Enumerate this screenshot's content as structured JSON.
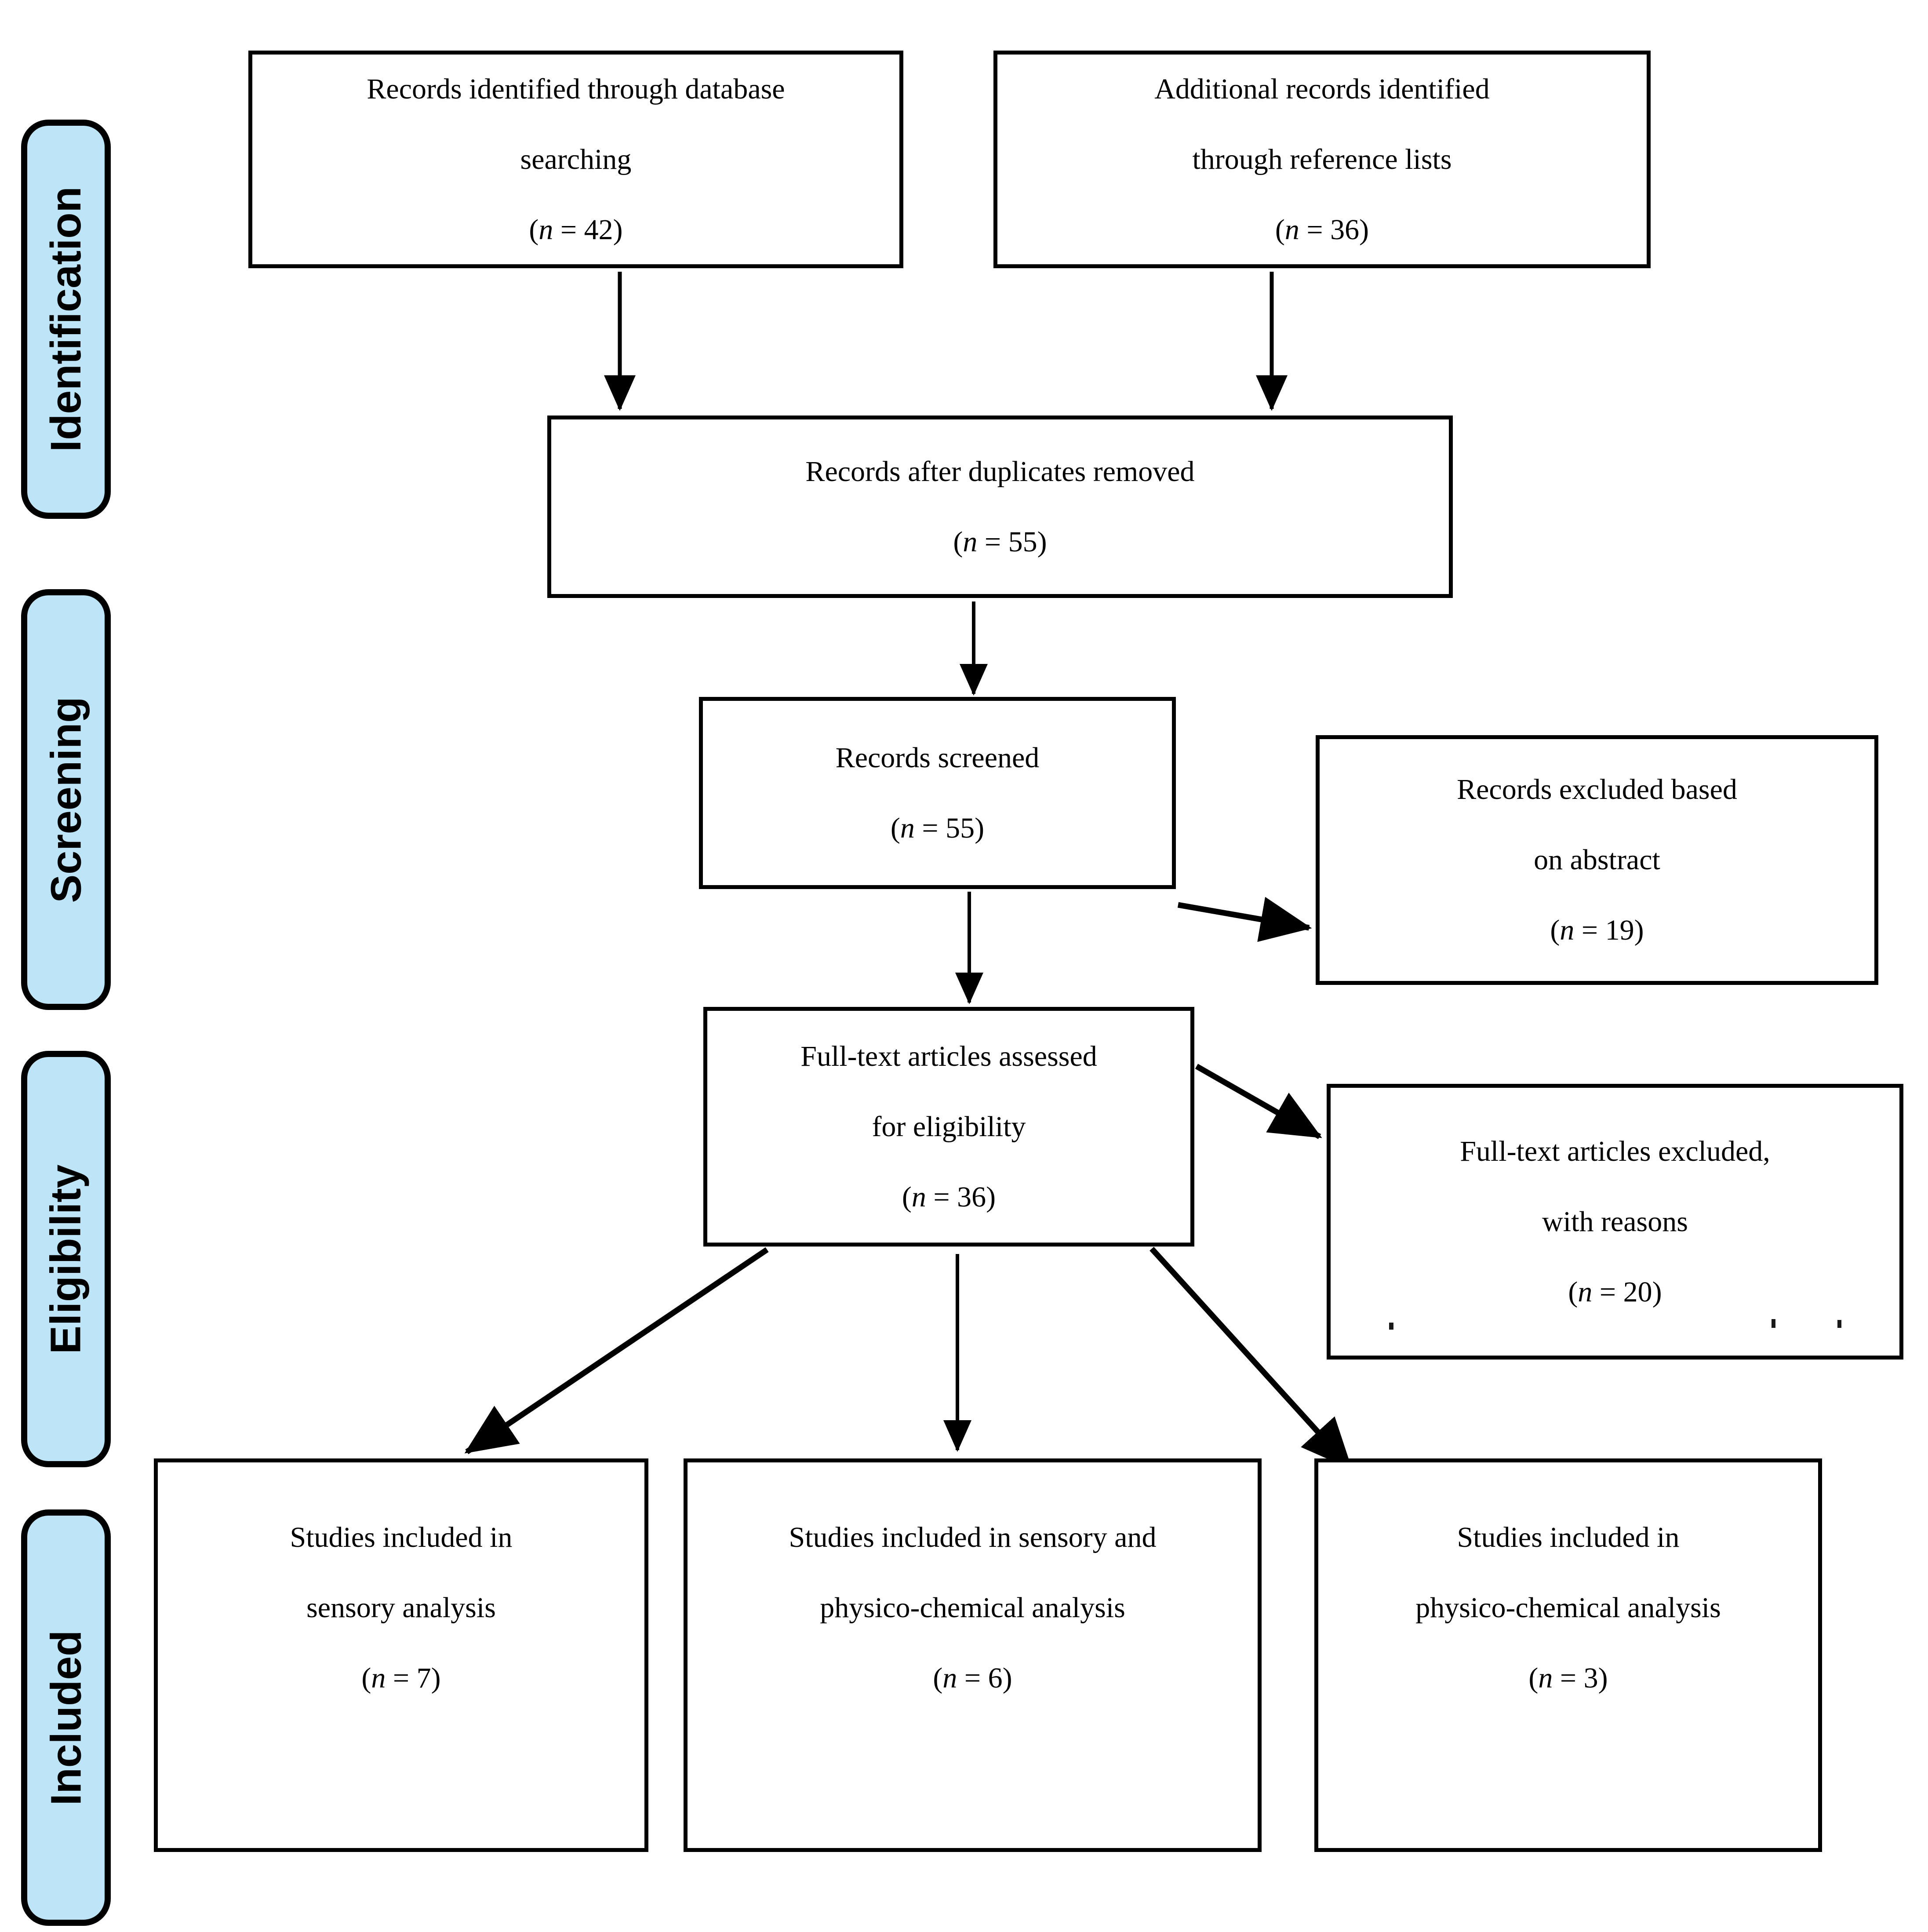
{
  "diagram": {
    "title": "PRISMA-style study selection flow diagram",
    "colors": {
      "stage_fill": "#BDE4F7",
      "stage_border": "#000000",
      "box_border": "#000000",
      "text": "#000000"
    },
    "notation": {
      "open": "(",
      "n": "n",
      "eq": " = ",
      "close": ")"
    },
    "stages": [
      {
        "label": "Identification"
      },
      {
        "label": "Screening"
      },
      {
        "label": "Eligibility"
      },
      {
        "label": "Included"
      }
    ],
    "boxes": {
      "db": {
        "lines": [
          "Records identified through database",
          "searching"
        ],
        "n": "42"
      },
      "ref": {
        "lines": [
          "Additional records identified",
          "through reference lists"
        ],
        "n": "36"
      },
      "dup": {
        "lines": [
          "Records after duplicates removed"
        ],
        "n": "55"
      },
      "screened": {
        "lines": [
          "Records screened"
        ],
        "n": "55"
      },
      "excl_abs": {
        "lines": [
          "Records excluded based",
          "on abstract"
        ],
        "n": "19"
      },
      "fulltext": {
        "lines": [
          "Full-text articles assessed",
          "for eligibility"
        ],
        "n": "36"
      },
      "excl_full": {
        "lines": [
          "Full-text articles excluded,",
          "with reasons"
        ],
        "n": "20"
      },
      "sensory": {
        "lines": [
          "Studies included in",
          "sensory analysis"
        ],
        "n": "7"
      },
      "sensory_pc": {
        "lines": [
          "Studies included in sensory and",
          "physico-chemical analysis"
        ],
        "n": "6"
      },
      "pc": {
        "lines": [
          "Studies included in",
          "physico-chemical analysis"
        ],
        "n": "3"
      }
    }
  }
}
